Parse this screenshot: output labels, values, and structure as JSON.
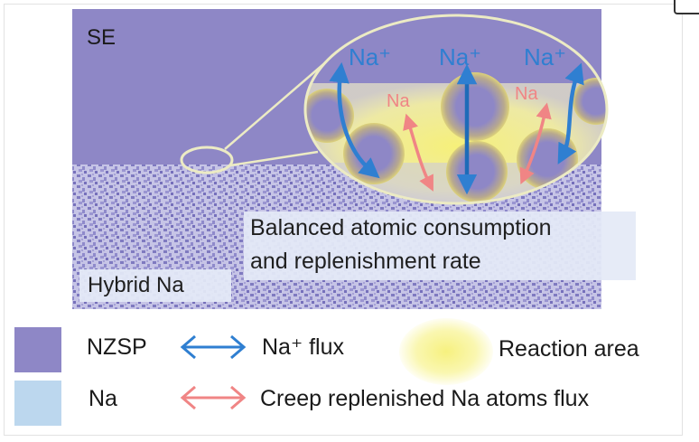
{
  "diagram": {
    "se_label": "SE",
    "ion_label": "Na⁺",
    "atom_label": "Na",
    "callout": {
      "line1": "Balanced atomic consumption",
      "line2": "and replenishment rate"
    },
    "hybrid_label": "Hybrid Na"
  },
  "legend": {
    "nzsp_label": "NZSP",
    "na_label": "Na",
    "ion_flux_label": "Na⁺ flux",
    "reaction_label": "Reaction area",
    "creep_label": "Creep replenished Na atoms flux"
  },
  "colors": {
    "nzsp": "#8e87c6",
    "na": "#bcd7ee",
    "ion_arrow": "#2f7fd1",
    "creep_arrow": "#f08585",
    "reaction": "#f6f078"
  }
}
